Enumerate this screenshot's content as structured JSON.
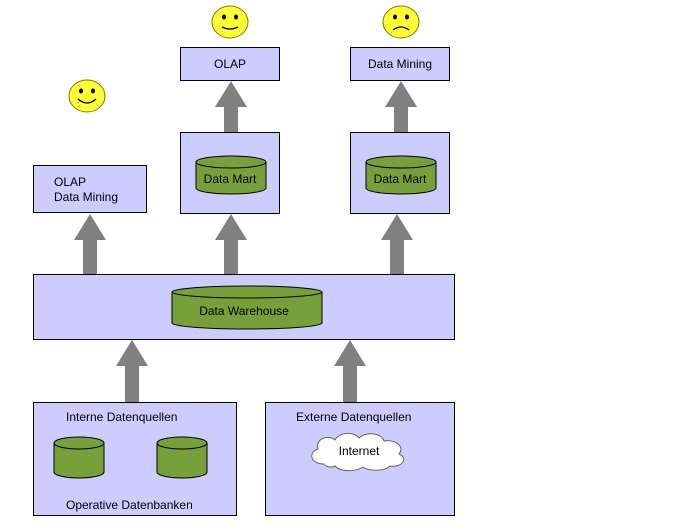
{
  "colors": {
    "box_fill": "#ccccff",
    "cylinder_fill": "#77a03a",
    "arrow_fill": "#808080",
    "face_fill": "#ffff33",
    "cloud_fill": "#ffffff"
  },
  "icons": [
    "happy-face-icon",
    "neutral-face-icon",
    "sad-face-icon",
    "cylinder-icon",
    "cloud-icon",
    "up-arrow-icon"
  ],
  "left_client": {
    "line1": "OLAP",
    "line2": "Data Mining"
  },
  "mart_olap": {
    "top_label": "OLAP",
    "mart_label": "Data Mart"
  },
  "mart_mining": {
    "top_label": "Data Mining",
    "mart_label": "Data Mart"
  },
  "warehouse": {
    "label": "Data Warehouse"
  },
  "internal_sources": {
    "title": "Interne Datenquellen",
    "caption": "Operative Datenbanken"
  },
  "external_sources": {
    "title": "Externe Datenquellen",
    "cloud_label": "Internet"
  }
}
